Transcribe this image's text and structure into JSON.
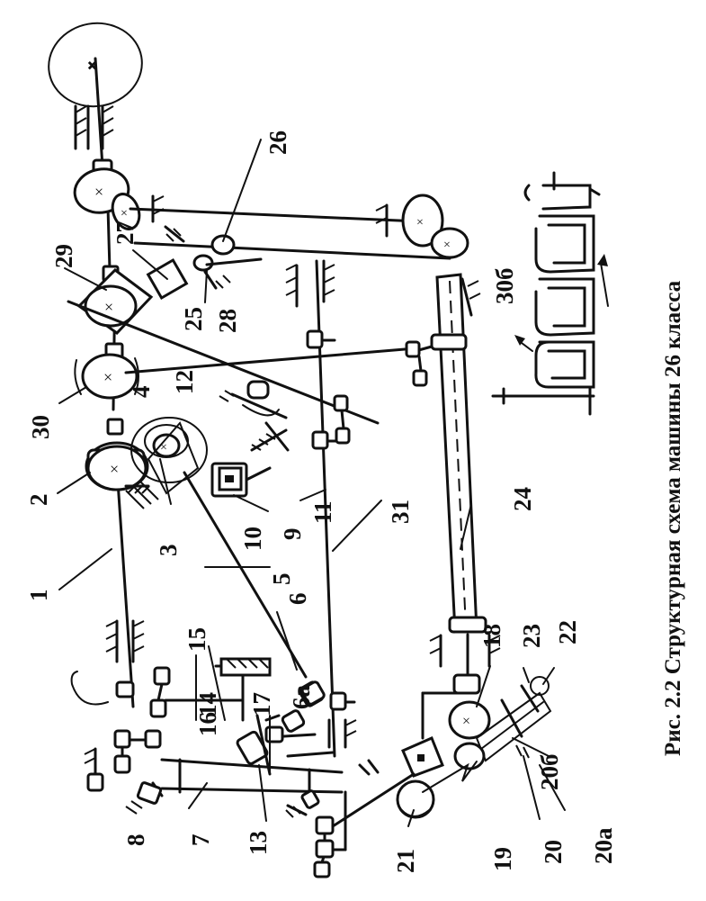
{
  "caption": "Рис. 2.2 Структурная схема  машины 26 класса",
  "labels": {
    "l1": "1",
    "l2": "2",
    "l3": "3",
    "l4": "4",
    "l5": "5",
    "l6": "6",
    "l6a": "6а",
    "l7": "7",
    "l8": "8",
    "l9": "9",
    "l10": "10",
    "l11": "11",
    "l12": "12",
    "l13": "13",
    "l14": "14",
    "l15": "15",
    "l16": "16",
    "l17": "17",
    "l18": "18",
    "l19": "19",
    "l20": "20",
    "l20a": "20а",
    "l20b": "20б",
    "l21": "21",
    "l22": "22",
    "l23": "23",
    "l24": "24",
    "l25": "25",
    "l26": "26",
    "l27": "27",
    "l28": "28",
    "l29": "29",
    "l30": "30",
    "l30b": "30б",
    "l31": "31"
  }
}
